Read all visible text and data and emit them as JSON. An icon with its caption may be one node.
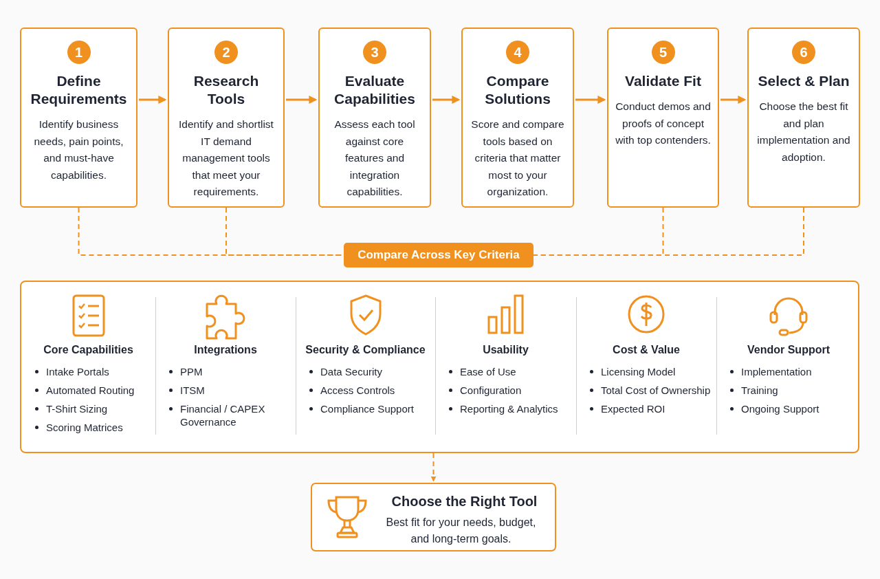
{
  "diagram": {
    "nodes": [
      {
        "text": [
          "1",
          "Define Requirements",
          "Identify business needs, pain points, and must-have capabilities."
        ]
      },
      {
        "text": [
          "2",
          "Research Tools",
          "Identify and shortlist IT demand management tools that meet your requirements."
        ]
      },
      {
        "text": [
          "3",
          "Evaluate Capabilities",
          "Assess each tool against core features and integration capabilities."
        ]
      },
      {
        "text": [
          "4",
          "Compare Solutions",
          "Score and compare tools based on criteria that matter most to your organization."
        ]
      },
      {
        "text": [
          "5",
          "Validate Fit",
          "Conduct demos and proofs of concept with top contenders."
        ]
      },
      {
        "text": [
          "6",
          "Select & Plan",
          "Choose the best fit and plan implementation and adoption."
        ]
      },
      {
        "text": [
          "Compare Across Key Criteria"
        ]
      },
      {
        "text": [],
        "shape": "box"
      },
      {
        "text": [
          "Core Capabilities",
          "Intake Portals",
          "Automated Routing",
          "T-Shirt Sizing",
          "Scoring Matrices"
        ],
        "in": 7
      },
      {
        "text": [
          "Integrations",
          "PPM",
          "ITSM",
          "Financial / CAPEX Governance"
        ],
        "in": 7
      },
      {
        "text": [
          "Security & Compliance",
          "Data Security",
          "Access Controls",
          "Compliance Support"
        ],
        "in": 7
      },
      {
        "text": [
          "Usability",
          "Ease of Use",
          "Configuration",
          "Reporting & Analytics"
        ],
        "in": 7
      },
      {
        "text": [
          "Cost & Value",
          "Licensing Model",
          "Total Cost of Ownership",
          "Expected ROI"
        ],
        "in": 7
      },
      {
        "text": [
          "Vendor Support",
          "Implementation",
          "Training",
          "Ongoing Support"
        ],
        "in": 7
      },
      {
        "text": [
          "Choose the Right Tool",
          "Best fit for your needs, budget, and long-term goals."
        ]
      }
    ],
    "edges": [
      {
        "from": 0,
        "to": 1,
        "arrow": "to"
      },
      {
        "from": 1,
        "to": 2,
        "arrow": "to"
      },
      {
        "from": 2,
        "to": 3,
        "arrow": "to"
      },
      {
        "from": 3,
        "to": 4,
        "arrow": "to"
      },
      {
        "from": 4,
        "to": 5,
        "arrow": "to"
      },
      {
        "from": 0,
        "to": 6,
        "arrow": "none",
        "style": "dashed"
      },
      {
        "from": 1,
        "to": 6,
        "arrow": "none",
        "style": "dashed"
      },
      {
        "from": 4,
        "to": 6,
        "arrow": "none",
        "style": "dashed"
      },
      {
        "from": 5,
        "to": 6,
        "arrow": "none",
        "style": "dashed"
      },
      {
        "from": 7,
        "to": 14,
        "arrow": "to",
        "style": "dashed"
      }
    ]
  }
}
